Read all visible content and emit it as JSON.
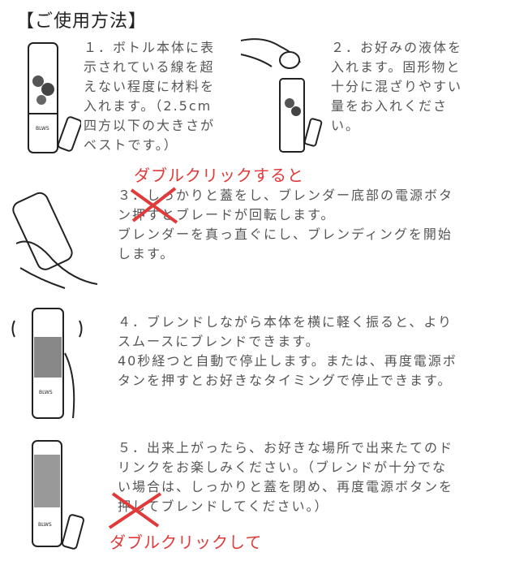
{
  "title": "【ご使用方法】",
  "steps": [
    {
      "text": "１．ボトル本体に表\n示されている線を超\nえない程度に材料を\n入れます。（2.5cm\n四方以下の大きさが\nベストです。）"
    },
    {
      "text": "２．お好みの液体を\n入れます。固形物と\n十分に混ざりやすい\n量をお入れくださ\nい。"
    },
    {
      "text": "３．しっかりと蓋をし、ブレンダー底部の電源ボタ\nン押すとブレードが回転します。\nブレンダーを真っ直ぐにし、ブレンディングを開始\nします。",
      "annotation": "ダブルクリックすると"
    },
    {
      "text": "４．ブレンドしながら本体を横に軽く振ると、より\nスムースにブレンドできます。\n40秒経つと自動で停止します。または、再度電源ボ\nタンを押すとお好きなタイミングで停止できます。"
    },
    {
      "text": "５．出来上がったら、お好きな場所で出来たてのド\nリンクをお楽しみください。（ブレンドが十分でな\nい場合は、しっかりと蓋を閉め、再度電源ボタンを\n押してブレンドしてください。）",
      "annotation": "ダブルクリックして"
    }
  ],
  "brand_logo": "BLWS",
  "colors": {
    "annotation": "#e03a3a",
    "text": "#555555"
  }
}
